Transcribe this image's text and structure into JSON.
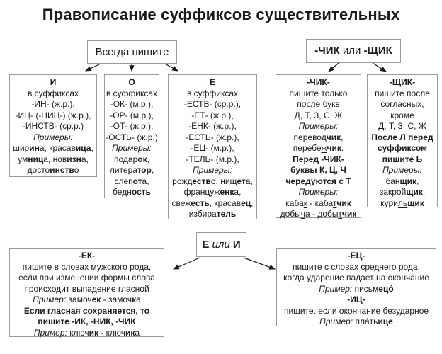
{
  "title": "Правописание суффиксов существительных",
  "headers": {
    "always": [
      {
        "t": "Всегда пишите"
      }
    ],
    "chik_schik": [
      {
        "t": "-ЧИК",
        "b": 1
      },
      {
        "t": " или "
      },
      {
        "t": "-ЩИК",
        "b": 1
      }
    ],
    "e_or_i": [
      {
        "t": "Е",
        "b": 1
      },
      {
        "t": " или ",
        "i": 1
      },
      {
        "t": "И",
        "b": 1
      }
    ]
  },
  "boxes": {
    "i": {
      "lines": [
        [
          {
            "t": "И",
            "b": 1
          }
        ],
        [
          {
            "t": "в суффиксах"
          }
        ],
        [
          {
            "t": "-ИН- (ж.р.),"
          }
        ],
        [
          {
            "t": "-ИЦ- (-НИЦ-) (ж.р.),"
          }
        ],
        [
          {
            "t": "-ИНСТВ- (ср.р.)"
          }
        ],
        [
          {
            "t": "Примеры:",
            "i": 1
          }
        ],
        [
          {
            "t": "шир"
          },
          {
            "t": "ин",
            "b": 1
          },
          {
            "t": "а, красав"
          },
          {
            "t": "ица",
            "b": 1
          },
          {
            "t": ","
          }
        ],
        [
          {
            "t": "ум"
          },
          {
            "t": "ниц",
            "b": 1
          },
          {
            "t": "а, нов"
          },
          {
            "t": "изн",
            "b": 1
          },
          {
            "t": "а,"
          }
        ],
        [
          {
            "t": "досто"
          },
          {
            "t": "инств",
            "b": 1
          },
          {
            "t": "о"
          }
        ]
      ]
    },
    "o": {
      "lines": [
        [
          {
            "t": "О",
            "b": 1
          }
        ],
        [
          {
            "t": "в суффиксах"
          }
        ],
        [
          {
            "t": "-ОК- (м.р.),"
          }
        ],
        [
          {
            "t": "-ОР- (м.р.),"
          }
        ],
        [
          {
            "t": "-ОТ- (ж.р.),"
          }
        ],
        [
          {
            "t": "-ОСТЬ- (ж.р.)"
          }
        ],
        [
          {
            "t": "Примеры:",
            "i": 1
          }
        ],
        [
          {
            "t": "подар"
          },
          {
            "t": "ок",
            "b": 1
          },
          {
            "t": ","
          }
        ],
        [
          {
            "t": "литерат"
          },
          {
            "t": "ор",
            "b": 1
          },
          {
            "t": ","
          }
        ],
        [
          {
            "t": "слеп"
          },
          {
            "t": "от",
            "b": 1
          },
          {
            "t": "а,"
          }
        ],
        [
          {
            "t": "бедн"
          },
          {
            "t": "ость",
            "b": 1
          }
        ]
      ]
    },
    "e": {
      "lines": [
        [
          {
            "t": "Е",
            "b": 1
          }
        ],
        [
          {
            "t": "в суффиксах"
          }
        ],
        [
          {
            "t": "-ЕСТВ- (ср.р.),"
          }
        ],
        [
          {
            "t": "-ЕТ- (ж.р.),"
          }
        ],
        [
          {
            "t": "-ЕНК- (ж.р.),"
          }
        ],
        [
          {
            "t": "-ЕСТЬ- (ж.р.),"
          }
        ],
        [
          {
            "t": "-ЕЦ- (м.р.),"
          }
        ],
        [
          {
            "t": "-ТЕЛЬ- (м.р.),"
          }
        ],
        [
          {
            "t": "Примеры:",
            "i": 1
          }
        ],
        [
          {
            "t": "рожд"
          },
          {
            "t": "еств",
            "b": 1
          },
          {
            "t": "о, нищ"
          },
          {
            "t": "ет",
            "b": 1
          },
          {
            "t": "а,"
          }
        ],
        [
          {
            "t": "француж"
          },
          {
            "t": "енк",
            "b": 1
          },
          {
            "t": "а,"
          }
        ],
        [
          {
            "t": "свеж"
          },
          {
            "t": "есть",
            "b": 1
          },
          {
            "t": ", красав"
          },
          {
            "t": "ец",
            "b": 1
          },
          {
            "t": ","
          }
        ],
        [
          {
            "t": "избира"
          },
          {
            "t": "тель",
            "b": 1
          }
        ]
      ]
    },
    "chik": {
      "lines": [
        [
          {
            "t": "-ЧИК-",
            "b": 1
          }
        ],
        [
          {
            "t": "пишите только"
          }
        ],
        [
          {
            "t": "после букв"
          }
        ],
        [
          {
            "t": "Д, Т, З, С, Ж"
          }
        ],
        [
          {
            "t": "Примеры:",
            "i": 1
          }
        ],
        [
          {
            "t": "перево"
          },
          {
            "t": "д",
            "u": 1
          },
          {
            "t": "чик",
            "b": 1
          },
          {
            "t": ","
          }
        ],
        [
          {
            "t": "перебе"
          },
          {
            "t": "ж",
            "u": 1
          },
          {
            "t": "чик",
            "b": 1
          },
          {
            "t": "."
          }
        ],
        [
          {
            "t": "Перед -ЧИК-",
            "b": 1
          }
        ],
        [
          {
            "t": "буквы К, Ц, Ч",
            "b": 1
          }
        ],
        [
          {
            "t": "чередуются с Т",
            "b": 1
          }
        ],
        [
          {
            "t": "Примеры:",
            "i": 1
          }
        ],
        [
          {
            "t": "каба"
          },
          {
            "t": "к",
            "u": 1
          },
          {
            "t": " - каба"
          },
          {
            "t": "т",
            "u": 1
          },
          {
            "t": "чик",
            "b": 1
          }
        ],
        [
          {
            "t": "добы"
          },
          {
            "t": "ч",
            "u": 1
          },
          {
            "t": "а - добы"
          },
          {
            "t": "т",
            "u": 1
          },
          {
            "t": "чик",
            "b": 1
          }
        ]
      ]
    },
    "schik": {
      "lines": [
        [
          {
            "t": "-ЩИК-",
            "b": 1
          }
        ],
        [
          {
            "t": "пишите после"
          }
        ],
        [
          {
            "t": "согласных,"
          }
        ],
        [
          {
            "t": "кроме"
          }
        ],
        [
          {
            "t": "Д, Т, З, С, Ж"
          }
        ],
        [
          {
            "t": "После Л перед",
            "b": 1
          }
        ],
        [
          {
            "t": "суффиксом",
            "b": 1
          }
        ],
        [
          {
            "t": "пишите Ь",
            "b": 1
          }
        ],
        [
          {
            "t": "Примеры:",
            "i": 1
          }
        ],
        [
          {
            "t": "бан"
          },
          {
            "t": "щик",
            "b": 1
          },
          {
            "t": ","
          }
        ],
        [
          {
            "t": "закрой"
          },
          {
            "t": "щик",
            "b": 1
          },
          {
            "t": ","
          }
        ],
        [
          {
            "t": "кури"
          },
          {
            "t": "ль",
            "u": 1
          },
          {
            "t": "щик",
            "b": 1
          }
        ]
      ]
    },
    "ek": {
      "lines": [
        [
          {
            "t": "-ЕК-",
            "b": 1
          }
        ],
        [
          {
            "t": "пишите в словах мужского рода,"
          }
        ],
        [
          {
            "t": "если при изменении формы слова"
          }
        ],
        [
          {
            "t": "происходит выпадение гласной"
          }
        ],
        [
          {
            "t": "Пример:",
            "i": 1
          },
          {
            "t": " замоч"
          },
          {
            "t": "ек",
            "b": 1
          },
          {
            "t": " - замоч"
          },
          {
            "t": "к",
            "b": 1
          },
          {
            "t": "а"
          }
        ],
        [
          {
            "t": "Если гласная сохраняется, то",
            "b": 1
          }
        ],
        [
          {
            "t": "пишите -ИК, -НИК, -ЧИК",
            "b": 1
          }
        ],
        [
          {
            "t": "Пример:",
            "i": 1
          },
          {
            "t": " ключ"
          },
          {
            "t": "ик",
            "b": 1
          },
          {
            "t": " - ключ"
          },
          {
            "t": "ик",
            "b": 1
          },
          {
            "t": "а"
          }
        ]
      ]
    },
    "ec_ic": {
      "lines": [
        [
          {
            "t": "-ЕЦ-",
            "b": 1
          }
        ],
        [
          {
            "t": "пишите с словах среднего рода,"
          }
        ],
        [
          {
            "t": "когда ударение падает на окончание"
          }
        ],
        [
          {
            "t": "Пример:",
            "i": 1
          },
          {
            "t": " письм"
          },
          {
            "t": "ецо́",
            "b": 1
          }
        ],
        [
          {
            "t": "-ИЦ-",
            "b": 1
          }
        ],
        [
          {
            "t": "пишите, если окончание безударное"
          }
        ],
        [
          {
            "t": "Пример:",
            "i": 1
          },
          {
            "t": " пла́ть"
          },
          {
            "t": "ице",
            "b": 1
          }
        ]
      ]
    }
  }
}
